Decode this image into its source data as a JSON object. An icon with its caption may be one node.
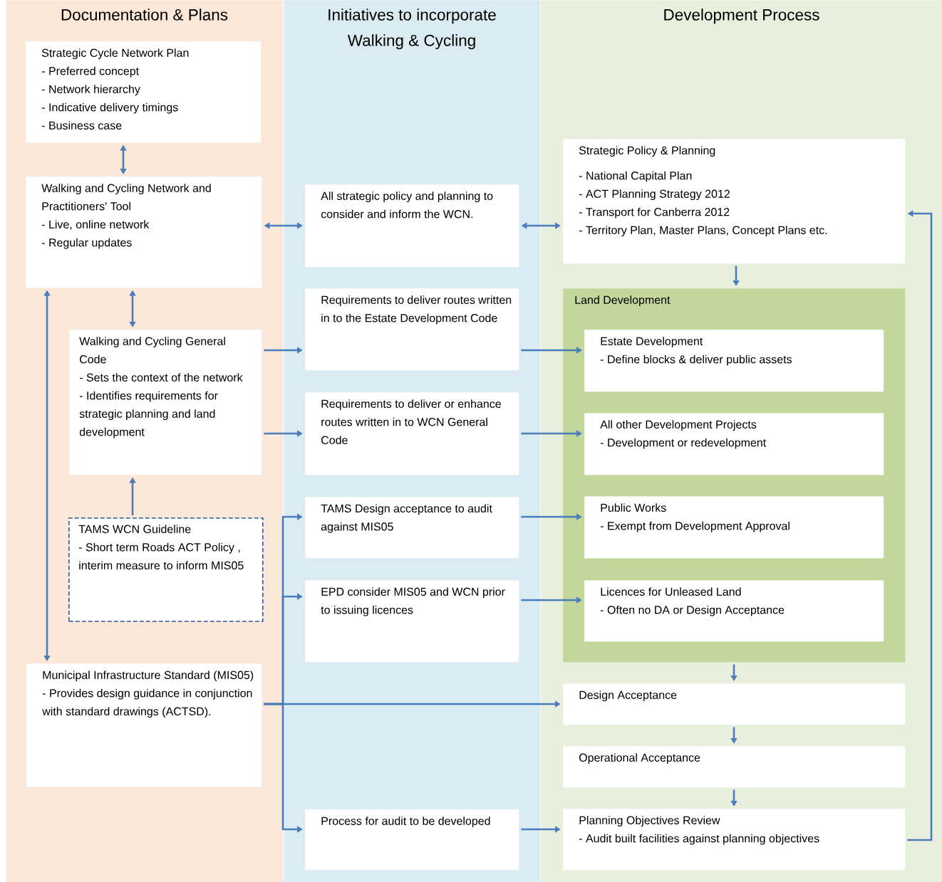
{
  "diagram": {
    "nodes": [
      {
        "text": [
          "Documentation & Plans"
        ]
      },
      {
        "text": [
          "Strategic Cycle Network Plan",
          "- Preferred concept",
          "- Network hierarchy",
          "- Indicative delivery timings",
          "- Business case"
        ],
        "in": 0
      },
      {
        "text": [
          "Walking and Cycling Network and Practitioners' Tool",
          "- Live, online network",
          "- Regular updates"
        ],
        "in": 0
      },
      {
        "text": [
          "Walking and Cycling General Code",
          "- Sets the context of the network",
          "- Identifies requirements for strategic planning and land development"
        ],
        "in": 0
      },
      {
        "text": [
          "TAMS WCN Guideline",
          "- Short term Roads ACT Policy , interim measure to inform MIS05"
        ],
        "in": 0
      },
      {
        "text": [
          "Municipal Infrastructure Standard (MIS05)",
          "- Provides design guidance in conjunction with standard drawings (ACTSD)."
        ],
        "in": 0
      },
      {
        "text": [
          "Initiatives to incorporate Walking & Cycling"
        ]
      },
      {
        "text": [
          "All strategic policy and planning to consider and inform the WCN."
        ],
        "in": 6
      },
      {
        "text": [
          "Requirements to deliver routes written in to the Estate Development Code"
        ],
        "in": 6
      },
      {
        "text": [
          "Requirements to deliver or enhance routes written in to WCN General Code"
        ],
        "in": 6
      },
      {
        "text": [
          "TAMS Design acceptance to audit against MIS05"
        ],
        "in": 6
      },
      {
        "text": [
          "EPD consider MIS05 and WCN prior to issuing licences"
        ],
        "in": 6
      },
      {
        "text": [
          "Process for audit to be developed"
        ],
        "in": 6
      },
      {
        "text": [
          "Development Process"
        ]
      },
      {
        "text": [
          "Strategic Policy & Planning",
          "- National Capital Plan",
          "- ACT Planning Strategy 2012",
          "- Transport for Canberra 2012",
          "- Territory Plan, Master Plans, Concept Plans etc."
        ],
        "in": 13
      },
      {
        "text": [
          "Land Development"
        ],
        "in": 13
      },
      {
        "text": [
          "Estate Development",
          "- Define blocks & deliver public assets"
        ],
        "in": 15
      },
      {
        "text": [
          "All other Development Projects",
          "- Development or redevelopment"
        ],
        "in": 15
      },
      {
        "text": [
          "Public Works",
          "- Exempt from Development Approval"
        ],
        "in": 15
      },
      {
        "text": [
          "Licences for Unleased Land",
          "- Often no DA or Design Acceptance"
        ],
        "in": 15
      },
      {
        "text": [
          "Design Acceptance"
        ],
        "in": 13
      },
      {
        "text": [
          "Operational Acceptance"
        ],
        "in": 13
      },
      {
        "text": [
          "Planning Objectives Review",
          "- Audit built facilities against planning objectives"
        ],
        "in": 13
      }
    ],
    "edges": [
      {
        "from": 1,
        "to": 2,
        "arrow": "both"
      },
      {
        "from": 2,
        "to": 7,
        "arrow": "both"
      },
      {
        "from": 7,
        "to": 14,
        "arrow": "both"
      },
      {
        "from": 2,
        "to": 3,
        "arrow": "both"
      },
      {
        "from": 4,
        "to": 3,
        "arrow": "to"
      },
      {
        "from": 2,
        "to": 5,
        "arrow": "both"
      },
      {
        "from": 3,
        "to": 8,
        "arrow": "to"
      },
      {
        "from": 3,
        "to": 9,
        "arrow": "to"
      },
      {
        "from": 8,
        "to": 16,
        "arrow": "to"
      },
      {
        "from": 9,
        "to": 17,
        "arrow": "to"
      },
      {
        "from": 10,
        "to": 18,
        "arrow": "to"
      },
      {
        "from": 11,
        "to": 19,
        "arrow": "to"
      },
      {
        "from": 5,
        "to": 20,
        "arrow": "to"
      },
      {
        "from": 5,
        "to": 10,
        "arrow": "to"
      },
      {
        "from": 5,
        "to": 11,
        "arrow": "to"
      },
      {
        "from": 5,
        "to": 12,
        "arrow": "to"
      },
      {
        "from": 12,
        "to": 22,
        "arrow": "to"
      },
      {
        "from": 14,
        "to": 15,
        "arrow": "to"
      },
      {
        "from": 15,
        "to": 20,
        "arrow": "to"
      },
      {
        "from": 20,
        "to": 21,
        "arrow": "to"
      },
      {
        "from": 21,
        "to": 22,
        "arrow": "to"
      },
      {
        "from": 22,
        "to": 14,
        "arrow": "to"
      }
    ]
  }
}
